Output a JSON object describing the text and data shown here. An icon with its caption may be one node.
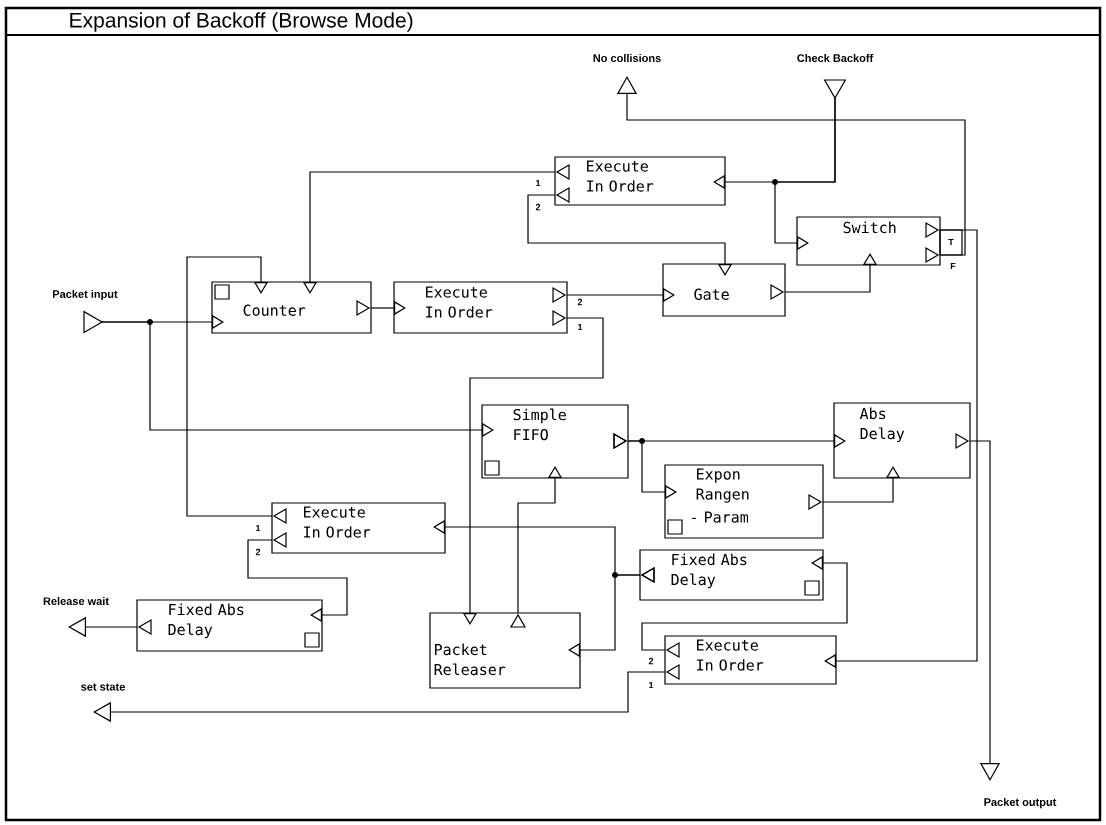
{
  "diagram": {
    "title": "Expansion of Backoff (Browse Mode)",
    "nodes": [
      {
        "text": [
          "No collisions"
        ]
      },
      {
        "text": [
          "Check Backoff"
        ]
      },
      {
        "text": [
          "Execute In Order"
        ],
        "beside": [
          "1",
          "2"
        ]
      },
      {
        "text": [
          "Switch"
        ],
        "beside": [
          "T",
          "F"
        ]
      },
      {
        "text": [
          "Packet input"
        ]
      },
      {
        "text": [
          "Counter"
        ]
      },
      {
        "text": [
          "Execute In Order"
        ],
        "beside": [
          "2",
          "1"
        ]
      },
      {
        "text": [
          "Gate"
        ]
      },
      {
        "text": [
          "Simple FIFO"
        ]
      },
      {
        "text": [
          "Abs Delay"
        ]
      },
      {
        "text": [
          "Expon Rangen",
          "- Param"
        ]
      },
      {
        "text": [
          "Execute In Order"
        ],
        "beside": [
          "1",
          "2"
        ]
      },
      {
        "text": [
          "Fixed Abs Delay"
        ]
      },
      {
        "text": [
          "Release wait"
        ]
      },
      {
        "text": [
          "Fixed Abs Delay"
        ]
      },
      {
        "text": [
          "Packet Releaser"
        ]
      },
      {
        "text": [
          "Execute In Order"
        ],
        "beside": [
          "2",
          "1"
        ]
      },
      {
        "text": [
          "set state"
        ]
      },
      {
        "text": [
          "Packet output"
        ]
      }
    ],
    "edges": [
      {
        "from": 4,
        "to": 5,
        "arrow": "to"
      },
      {
        "from": 4,
        "to": 8,
        "arrow": "to"
      },
      {
        "from": 5,
        "to": 6,
        "arrow": "to"
      },
      {
        "from": 6,
        "to": 7,
        "arrow": "to"
      },
      {
        "from": 6,
        "to": 15,
        "arrow": "to"
      },
      {
        "from": 7,
        "to": 3,
        "arrow": "to"
      },
      {
        "from": 1,
        "to": 2,
        "arrow": "to"
      },
      {
        "from": 1,
        "to": 3,
        "arrow": "to"
      },
      {
        "from": 2,
        "to": 5,
        "arrow": "to"
      },
      {
        "from": 2,
        "to": 7,
        "arrow": "to"
      },
      {
        "from": 3,
        "to": 0,
        "arrow": "to"
      },
      {
        "from": 3,
        "to": 16,
        "arrow": "to"
      },
      {
        "from": 9,
        "to": 18,
        "arrow": "to"
      },
      {
        "from": 8,
        "to": 9,
        "arrow": "to"
      },
      {
        "from": 8,
        "to": 10,
        "arrow": "to"
      },
      {
        "from": 10,
        "to": 9,
        "arrow": "to"
      },
      {
        "from": 15,
        "to": 8,
        "arrow": "to"
      },
      {
        "from": 12,
        "to": 15,
        "arrow": "to"
      },
      {
        "from": 12,
        "to": 11,
        "arrow": "to"
      },
      {
        "from": 16,
        "to": 12,
        "arrow": "to"
      },
      {
        "from": 16,
        "to": 17,
        "arrow": "to"
      },
      {
        "from": 11,
        "to": 5,
        "arrow": "to"
      },
      {
        "from": 11,
        "to": 14,
        "arrow": "to"
      },
      {
        "from": 14,
        "to": 13,
        "arrow": "to"
      }
    ]
  }
}
